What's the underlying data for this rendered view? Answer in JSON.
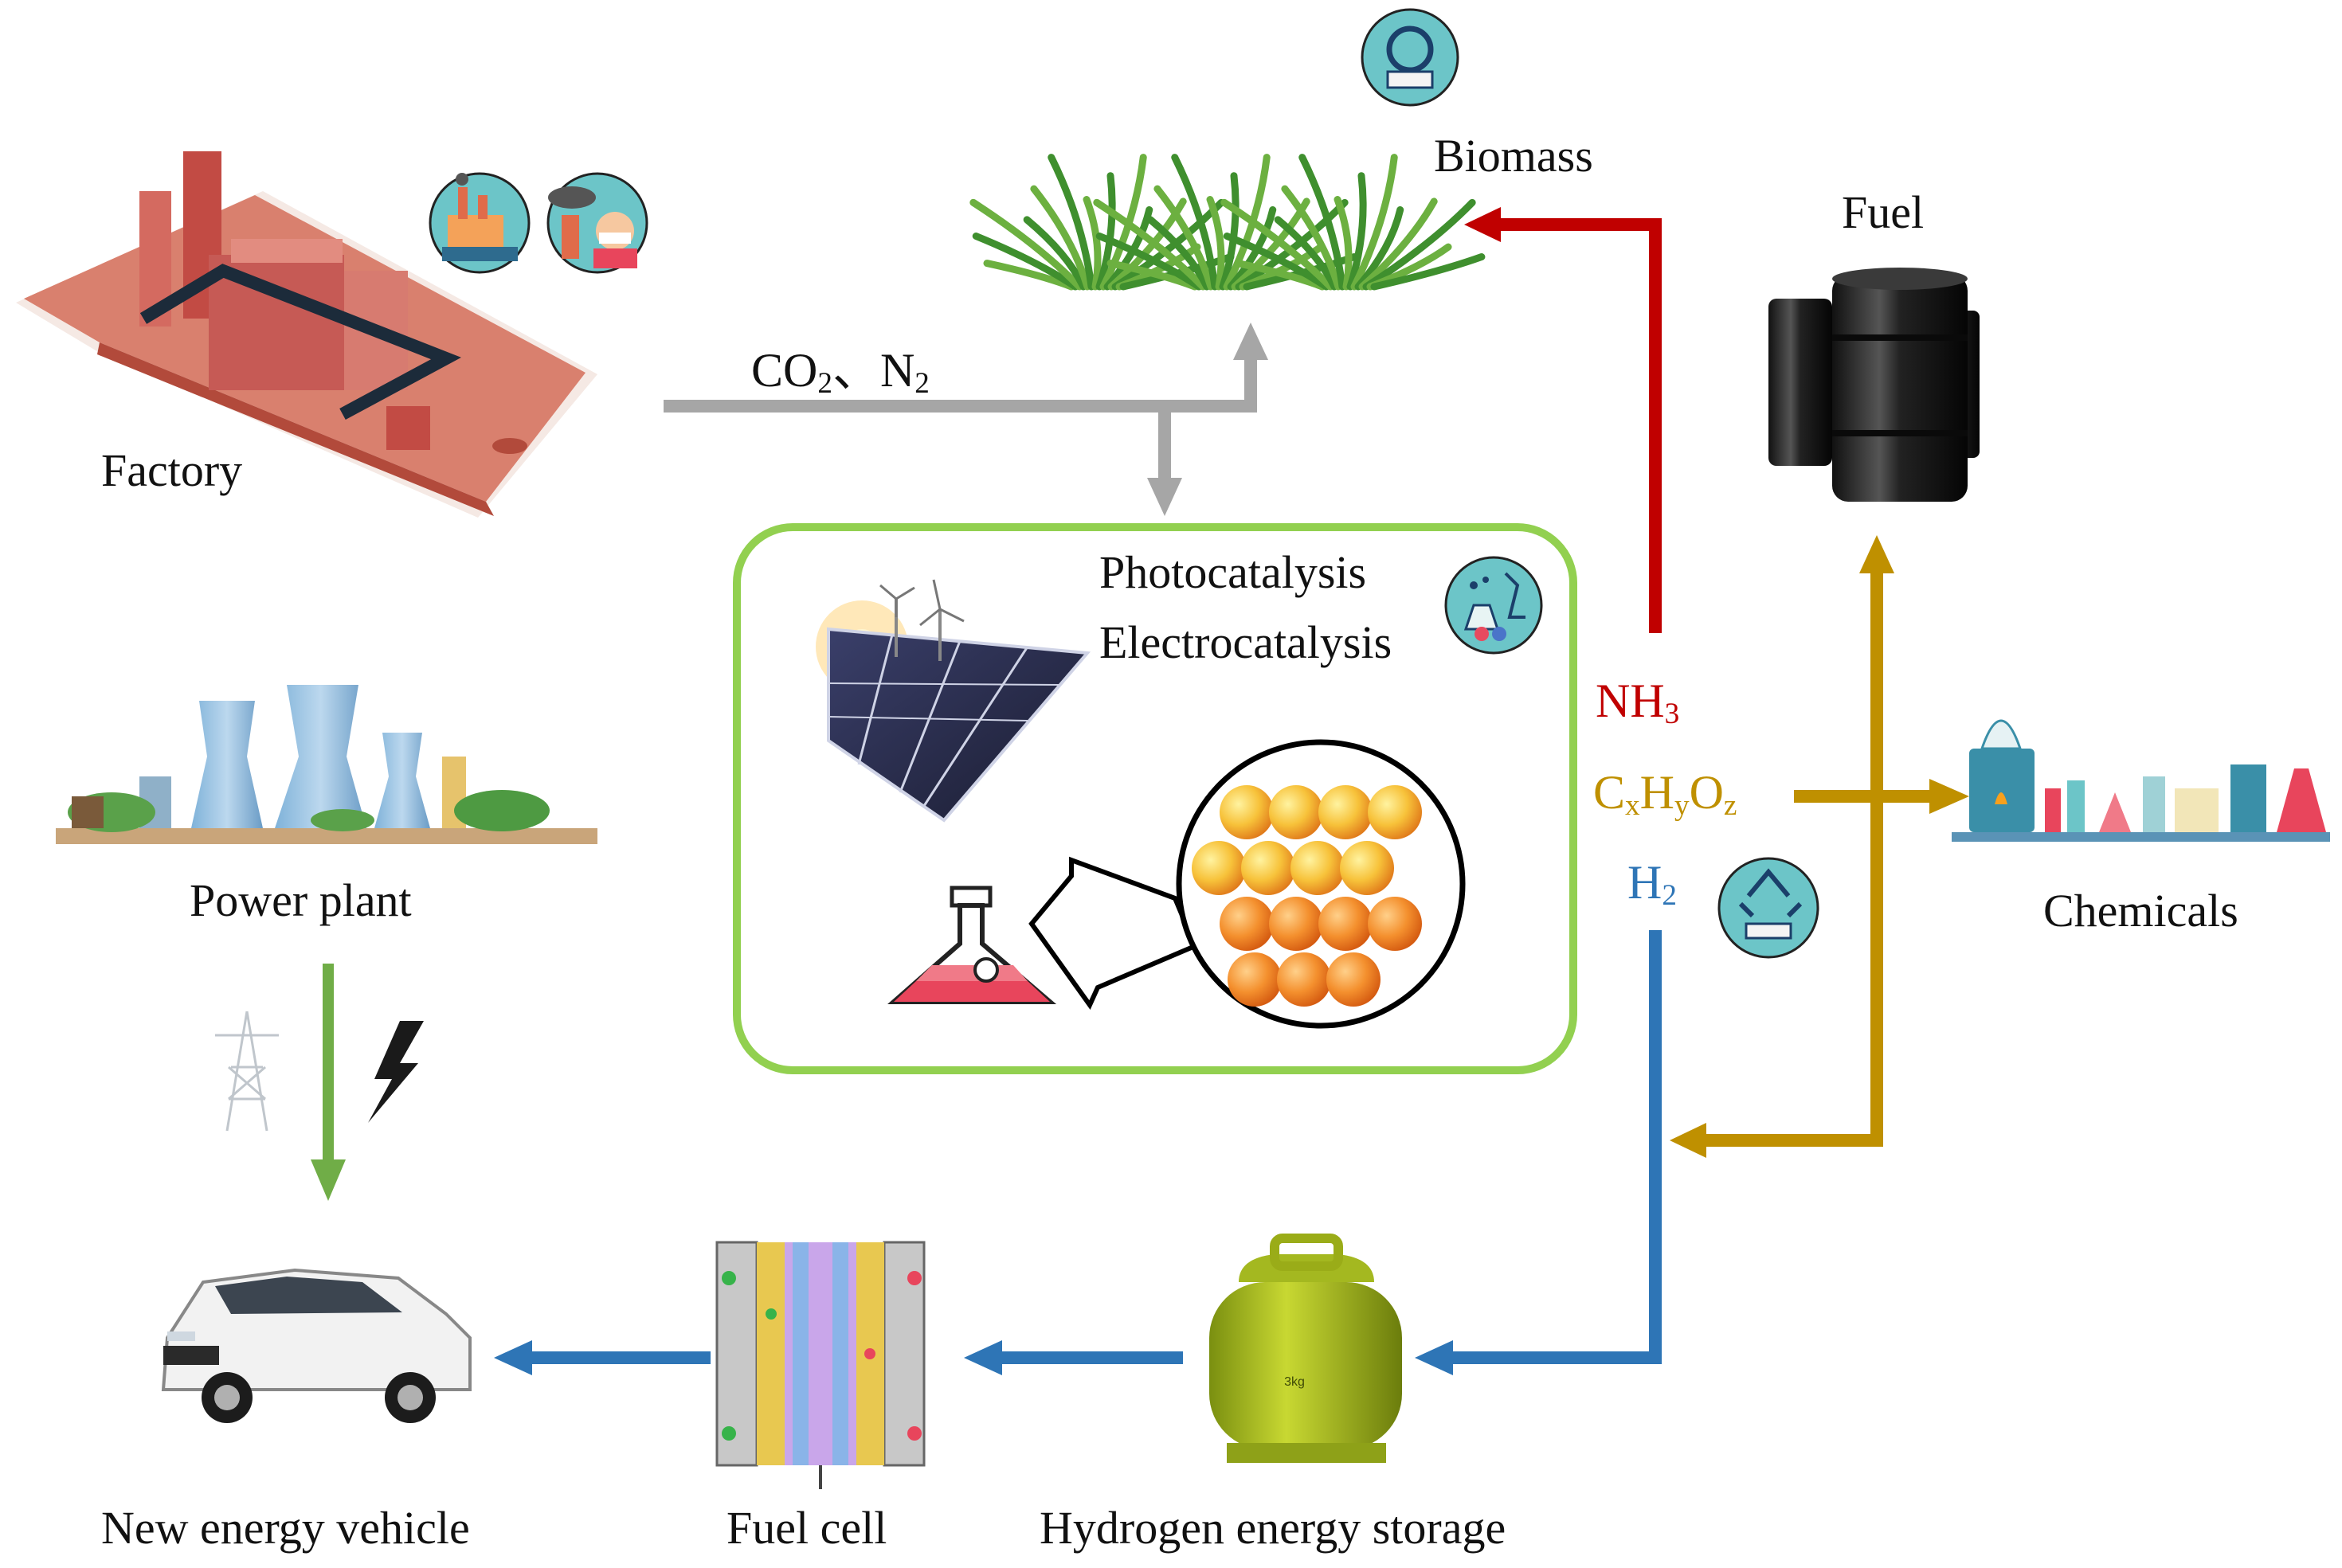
{
  "labels": {
    "factory": "Factory",
    "power_plant": "Power plant",
    "biomass": "Biomass",
    "fuel": "Fuel",
    "chemicals": "Chemicals",
    "photocatalysis": "Photocatalysis",
    "electrocatalysis": "Electrocatalysis",
    "vehicle": "New energy vehicle",
    "fuel_cell": "Fuel cell",
    "hydrogen_storage": "Hydrogen energy storage"
  },
  "formulas": {
    "co2_n2": {
      "parts": [
        "CO",
        "2",
        "、N",
        "2"
      ]
    },
    "nh3": {
      "parts": [
        "NH",
        "3"
      ]
    },
    "cxhyoz": {
      "parts": [
        "C",
        "x",
        "H",
        "y",
        "O",
        "z"
      ]
    },
    "h2": {
      "parts": [
        "H",
        "2"
      ]
    }
  },
  "colors": {
    "gray_flow": "#a6a6a6",
    "red_flow": "#c00000",
    "gold_flow": "#bf9000",
    "blue_flow": "#2e75b6",
    "green_flow": "#70ad47",
    "box_border": "#92d050",
    "nh3_text": "#c00000",
    "cxhyoz_text": "#bf9000",
    "h2_text": "#2e75b6"
  },
  "icons": [
    "factory-illustration",
    "pollution-icon",
    "smog-icon",
    "power-plant-illustration",
    "biomass-plants",
    "recycle-icon",
    "oil-barrels",
    "lab-glassware",
    "solar-panel-wind",
    "catalyst-particles",
    "flask-icon",
    "lab-icon",
    "power-tower-icon",
    "lightning-icon",
    "suv-car",
    "fuel-cell-stack",
    "gas-cylinder"
  ]
}
